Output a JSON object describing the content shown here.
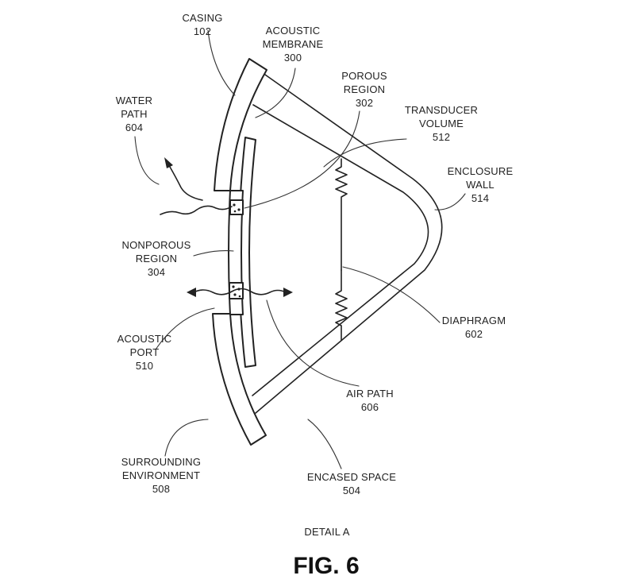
{
  "labels": {
    "casing": {
      "name": "CASING",
      "num": "102"
    },
    "acoustic_membrane": {
      "line1": "ACOUSTIC",
      "line2": "MEMBRANE",
      "num": "300"
    },
    "porous_region": {
      "line1": "POROUS",
      "line2": "REGION",
      "num": "302"
    },
    "water_path": {
      "line1": "WATER",
      "line2": "PATH",
      "num": "604"
    },
    "transducer_volume": {
      "line1": "TRANSDUCER",
      "line2": "VOLUME",
      "num": "512"
    },
    "enclosure_wall": {
      "line1": "ENCLOSURE",
      "line2": "WALL",
      "num": "514"
    },
    "nonporous_region": {
      "line1": "NONPOROUS",
      "line2": "REGION",
      "num": "304"
    },
    "diaphragm": {
      "name": "DIAPHRAGM",
      "num": "602"
    },
    "acoustic_port": {
      "line1": "ACOUSTIC",
      "line2": "PORT",
      "num": "510"
    },
    "air_path": {
      "name": "AIR PATH",
      "num": "606"
    },
    "surrounding_environment": {
      "line1": "SURROUNDING",
      "line2": "ENVIRONMENT",
      "num": "508"
    },
    "encased_space": {
      "name": "ENCASED SPACE",
      "num": "504"
    }
  },
  "caption": {
    "detail": "DETAIL A",
    "figure": "FIG. 6"
  }
}
